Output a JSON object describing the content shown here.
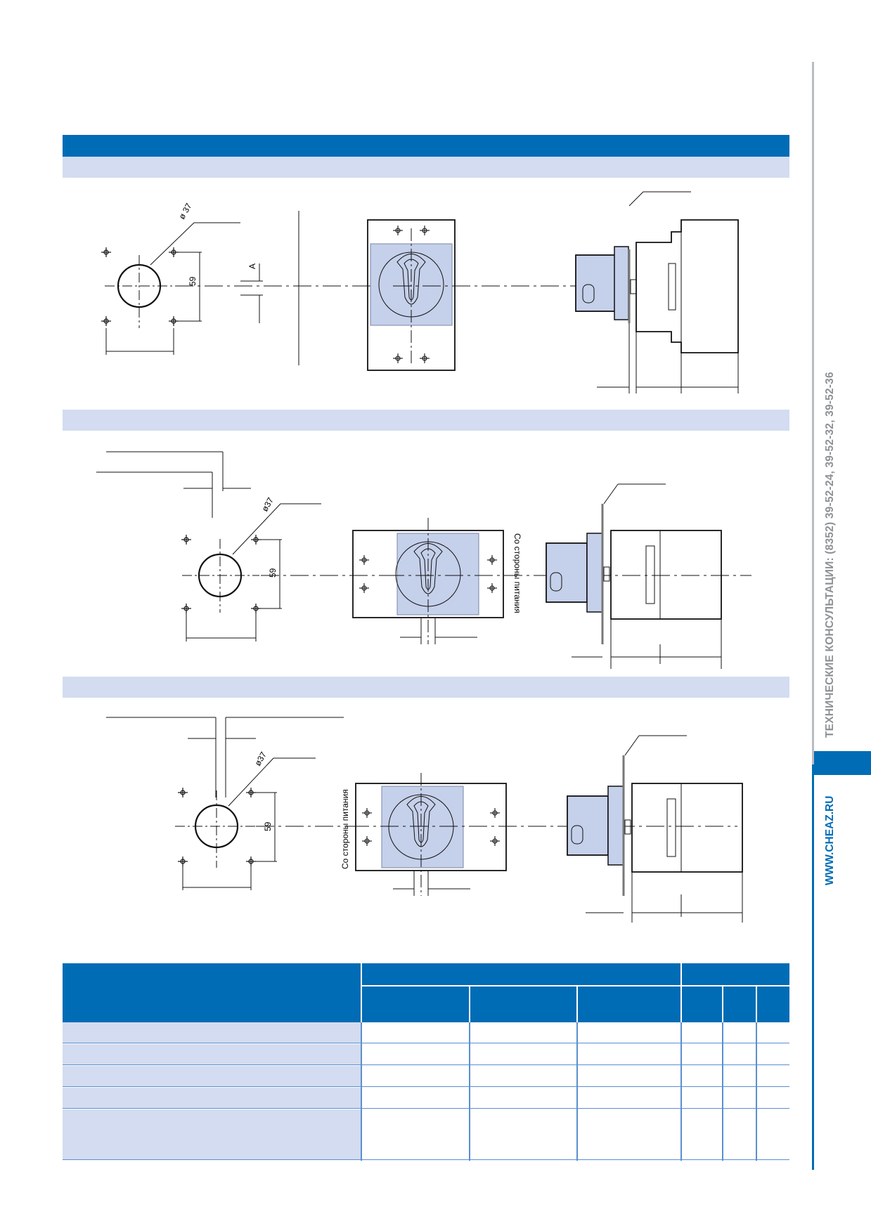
{
  "side_panel": {
    "consult_text": "ТЕХНИЧЕСКИЕ КОНСУЛЬТАЦИИ: (8352) 39-52-24, 39-52-32, 39-52-36",
    "site_text": "WWW.CHEAZ.RU"
  },
  "drawings": {
    "dim_diameter": "ø37",
    "dim_diameter_alt": "ø 37",
    "dim_59": "59",
    "dim_A": "A",
    "supply_side_label": "Со стороны питания"
  },
  "colors": {
    "brand_blue": "#006cb5",
    "light_blue": "#d3dcf0",
    "handle_plate": "#c5d0ea",
    "grey_text": "#8e9196"
  }
}
